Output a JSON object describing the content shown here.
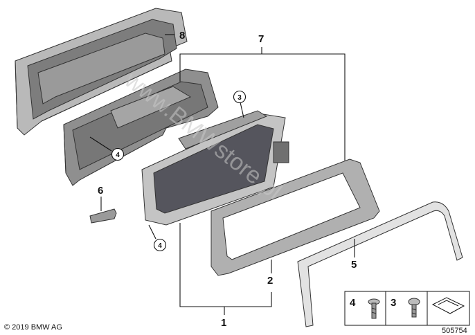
{
  "diagram": {
    "callouts": [
      {
        "id": "c1",
        "label": "1"
      },
      {
        "id": "c2",
        "label": "2"
      },
      {
        "id": "c3",
        "label": "3"
      },
      {
        "id": "c4",
        "label": "4"
      },
      {
        "id": "c5",
        "label": "5"
      },
      {
        "id": "c6",
        "label": "6"
      },
      {
        "id": "c7",
        "label": "7"
      },
      {
        "id": "c8",
        "label": "8"
      },
      {
        "id": "c3circle",
        "label": "3"
      },
      {
        "id": "c4circleA",
        "label": "4"
      },
      {
        "id": "c4circleB",
        "label": "4"
      }
    ],
    "legend": {
      "label_a": "4",
      "label_b": "3"
    },
    "copyright": "© 2019 BMW AG",
    "diagram_number": "505754",
    "watermark": "www.BMWstore.pl",
    "colors": {
      "housing": "#8e8e8e",
      "screen": "#5a5a62",
      "trim": "#d9d9d9",
      "frame": "#b5b5b5"
    }
  }
}
